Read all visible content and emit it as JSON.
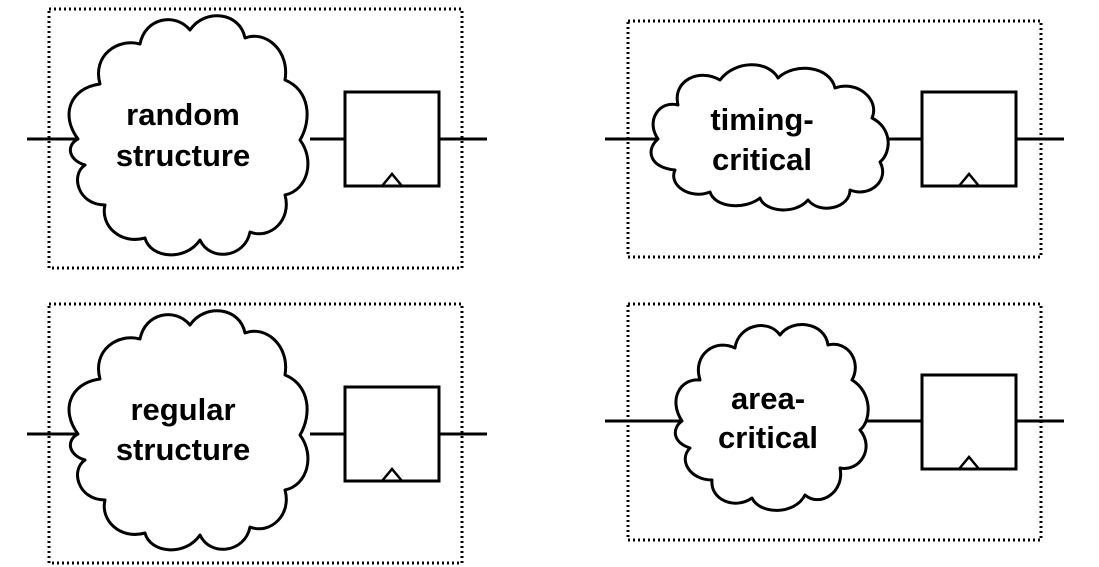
{
  "blocks": [
    {
      "id": "random",
      "lines": [
        "random",
        "structure"
      ]
    },
    {
      "id": "timing",
      "lines": [
        "timing-",
        "critical"
      ]
    },
    {
      "id": "regular",
      "lines": [
        "regular",
        "structure"
      ]
    },
    {
      "id": "area",
      "lines": [
        "area-",
        "critical"
      ]
    }
  ]
}
